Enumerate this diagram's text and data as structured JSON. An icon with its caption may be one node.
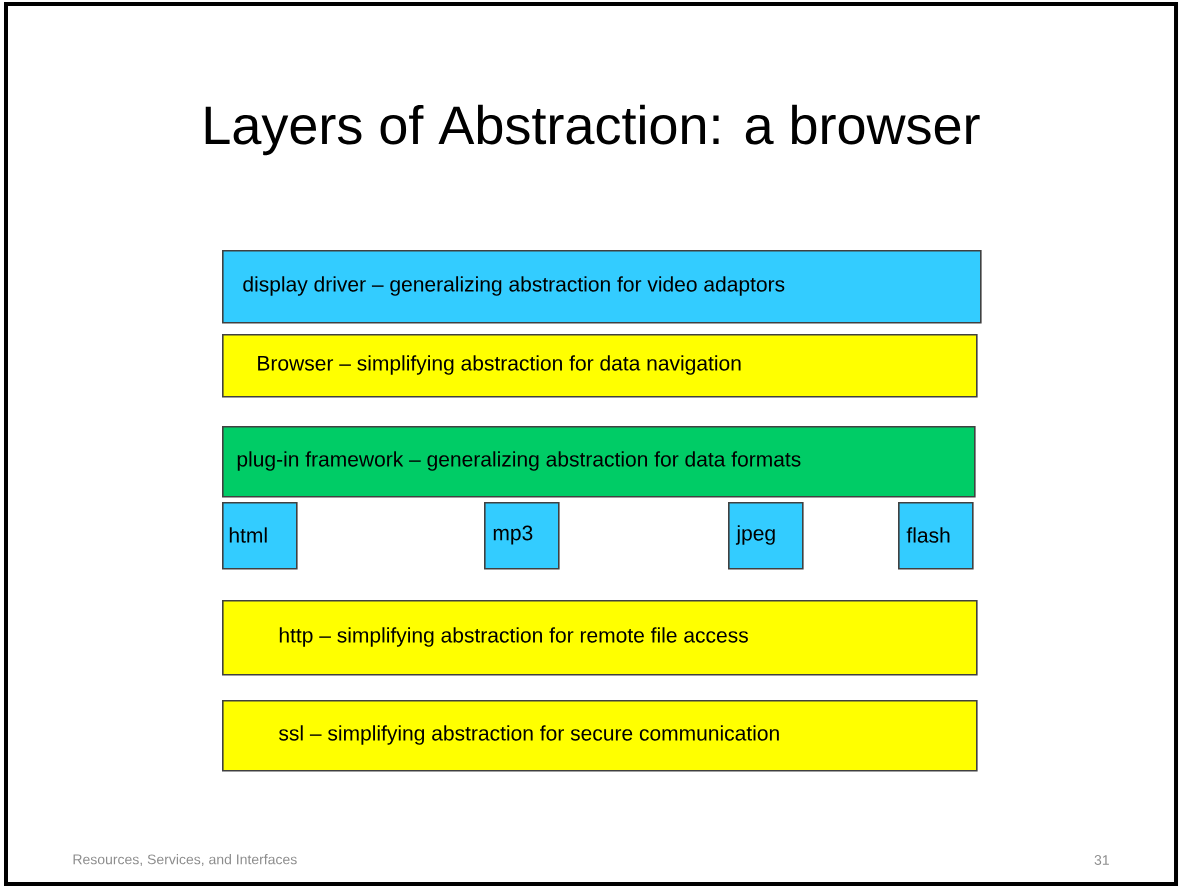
{
  "diagram": {
    "title": "Layers of Abstraction: a browser",
    "nodes": [
      {
        "text": [
          "display driver – generalizing abstraction for video adaptors"
        ]
      },
      {
        "text": [
          "Browser – simplifying abstraction for data navigation"
        ]
      },
      {
        "text": [
          "plug-in framework – generalizing abstraction for data formats"
        ]
      },
      {
        "text": [
          "html"
        ]
      },
      {
        "text": [
          "mp3"
        ]
      },
      {
        "text": [
          "jpeg"
        ]
      },
      {
        "text": [
          "flash"
        ]
      },
      {
        "text": [
          "http – simplifying abstraction for remote file access"
        ]
      },
      {
        "text": [
          "ssl – simplifying abstraction for secure communication"
        ]
      }
    ],
    "labels": [
      "Resources, Services, and Interfaces",
      "31"
    ]
  }
}
